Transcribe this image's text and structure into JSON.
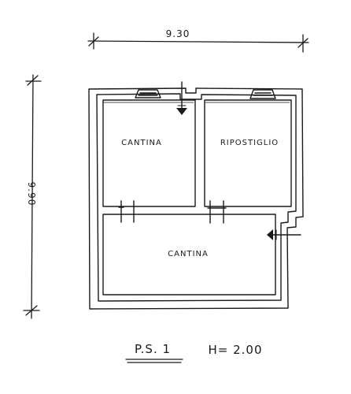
{
  "dimensions": {
    "width_label": "9.30",
    "height_label": "9.90"
  },
  "rooms": {
    "cantina_upper": "CANTINA",
    "ripostiglio": "RIPOSTIGLIO",
    "cantina_lower": "CANTINA"
  },
  "footer": {
    "floor_label": "P.S. 1",
    "height_label": "H= 2.00"
  }
}
